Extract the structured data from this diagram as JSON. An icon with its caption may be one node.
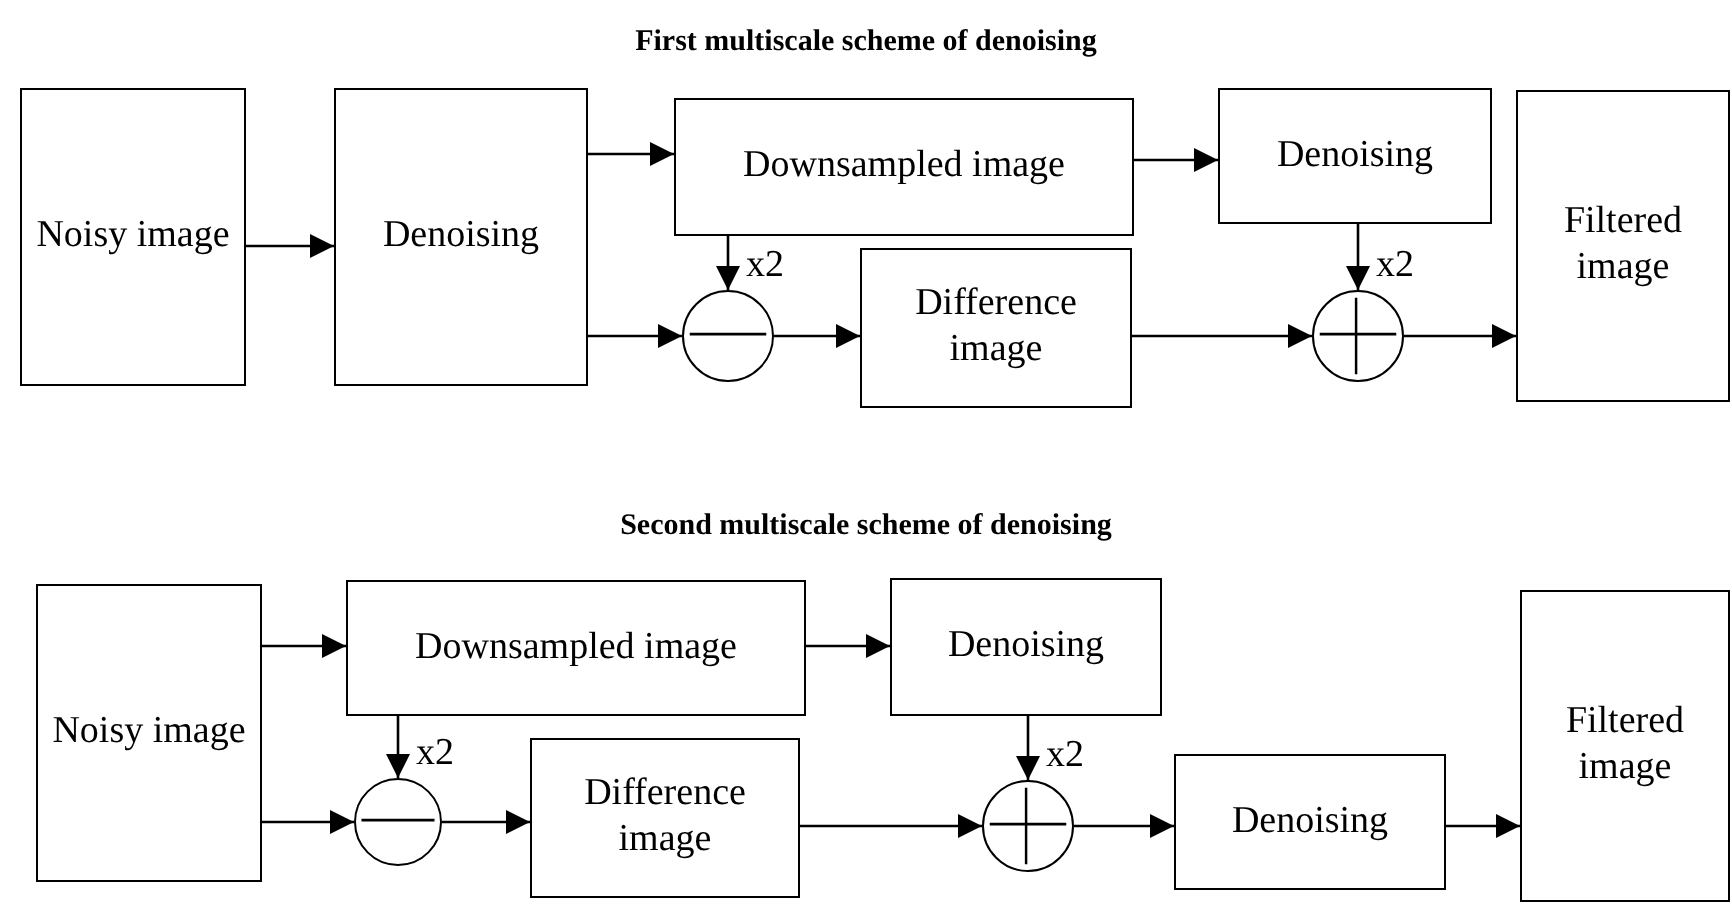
{
  "diagram": {
    "nodes": [
      {
        "text": [
          "Noisy image"
        ]
      },
      {
        "text": [
          "Denoising"
        ]
      },
      {
        "text": [
          "Downsampled image"
        ]
      },
      {
        "text": [
          "Denoising"
        ]
      },
      {
        "text": [],
        "shape": "circle"
      },
      {
        "text": [
          "Difference image"
        ]
      },
      {
        "text": [],
        "shape": "circle"
      },
      {
        "text": [
          "Filtered image"
        ]
      },
      {
        "text": [
          "Noisy image"
        ]
      },
      {
        "text": [
          "Downsampled image"
        ]
      },
      {
        "text": [
          "Denoising"
        ]
      },
      {
        "text": [],
        "shape": "circle"
      },
      {
        "text": [
          "Difference image"
        ]
      },
      {
        "text": [],
        "shape": "circle"
      },
      {
        "text": [
          "Denoising"
        ]
      },
      {
        "text": [
          "Filtered image"
        ]
      }
    ],
    "edges": [
      {
        "from": 0,
        "to": 1,
        "arrow": "to"
      },
      {
        "from": 1,
        "to": 2,
        "arrow": "to"
      },
      {
        "from": 1,
        "to": 4,
        "arrow": "to"
      },
      {
        "from": 2,
        "to": 4,
        "arrow": "to",
        "label": "x2"
      },
      {
        "from": 2,
        "to": 3,
        "arrow": "to"
      },
      {
        "from": 4,
        "to": 5,
        "arrow": "to"
      },
      {
        "from": 5,
        "to": 6,
        "arrow": "to"
      },
      {
        "from": 3,
        "to": 6,
        "arrow": "to",
        "label": "x2"
      },
      {
        "from": 6,
        "to": 7,
        "arrow": "to"
      },
      {
        "from": 8,
        "to": 9,
        "arrow": "to"
      },
      {
        "from": 8,
        "to": 11,
        "arrow": "to"
      },
      {
        "from": 9,
        "to": 11,
        "arrow": "to",
        "label": "x2"
      },
      {
        "from": 9,
        "to": 10,
        "arrow": "to"
      },
      {
        "from": 11,
        "to": 12,
        "arrow": "to"
      },
      {
        "from": 12,
        "to": 13,
        "arrow": "to"
      },
      {
        "from": 10,
        "to": 13,
        "arrow": "to",
        "label": "x2"
      },
      {
        "from": 13,
        "to": 14,
        "arrow": "to"
      },
      {
        "from": 14,
        "to": 15,
        "arrow": "to"
      }
    ],
    "labels": [
      "First multiscale scheme of denoising",
      "Second multiscale scheme of denoising"
    ]
  }
}
